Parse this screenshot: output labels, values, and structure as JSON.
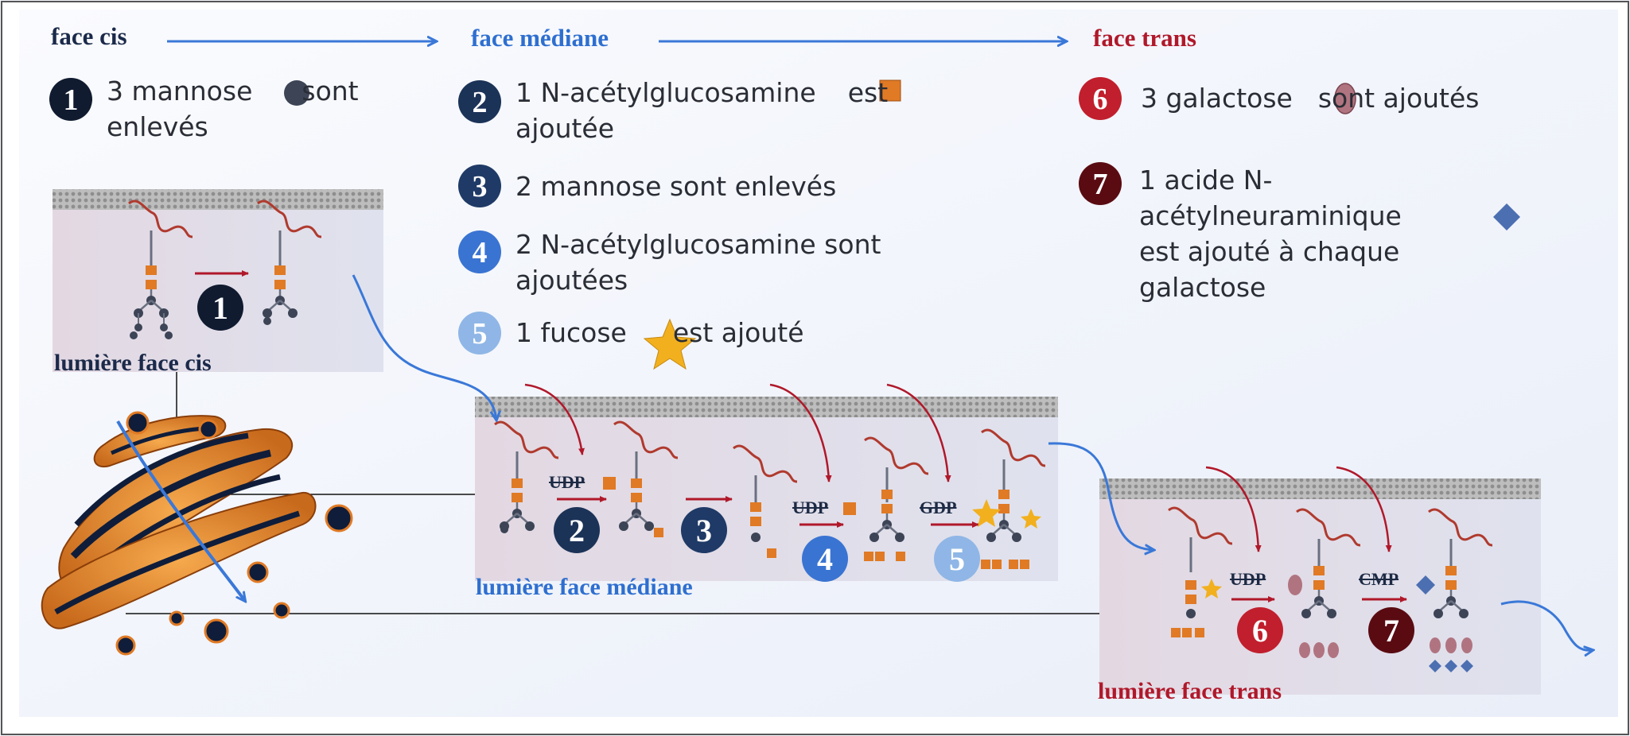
{
  "headers": {
    "cis": "face cis",
    "mediane": "face médiane",
    "trans": "face trans"
  },
  "steps": [
    {
      "n": "1",
      "text_a": "3 mannose",
      "text_b": "sont enlevés"
    },
    {
      "n": "2",
      "text_a": "1 N-acétylglucosamine",
      "text_b": "est ajoutée"
    },
    {
      "n": "3",
      "text": "2 mannose sont enlevés"
    },
    {
      "n": "4",
      "text": "2 N-acétylglucosamine sont ajoutées"
    },
    {
      "n": "5",
      "text_a": "1 fucose",
      "text_b": "est ajouté"
    },
    {
      "n": "6",
      "text_a": "3 galactose",
      "text_b": "sont ajoutés"
    },
    {
      "n": "7",
      "text_a": "1 acide N-acétylneuraminique",
      "text_b": "est ajouté à chaque galactose"
    }
  ],
  "lumen_labels": {
    "cis": "lumière face cis",
    "mediane": "lumière face médiane",
    "trans": "lumière face trans"
  },
  "cofactors": {
    "udp": "UDP",
    "gdp": "GDP",
    "cmp": "CMP"
  },
  "colors": {
    "header_blue": "#2e6fd0",
    "header_dark": "#1b2a4a",
    "header_red": "#b0182a",
    "badge_1": "#101b30",
    "badge_2": "#1c3358",
    "badge_3": "#1f3a66",
    "badge_4": "#3a74d2",
    "badge_5": "#8fb6e6",
    "badge_6": "#c11f2d",
    "badge_7": "#5a0b12",
    "glcnac": "#e07a25",
    "mannose": "#3c4456",
    "galactose": "#b07480",
    "sialic": "#4c6fb2",
    "fucose": "#f2b01e",
    "golgi": "#e99036"
  }
}
